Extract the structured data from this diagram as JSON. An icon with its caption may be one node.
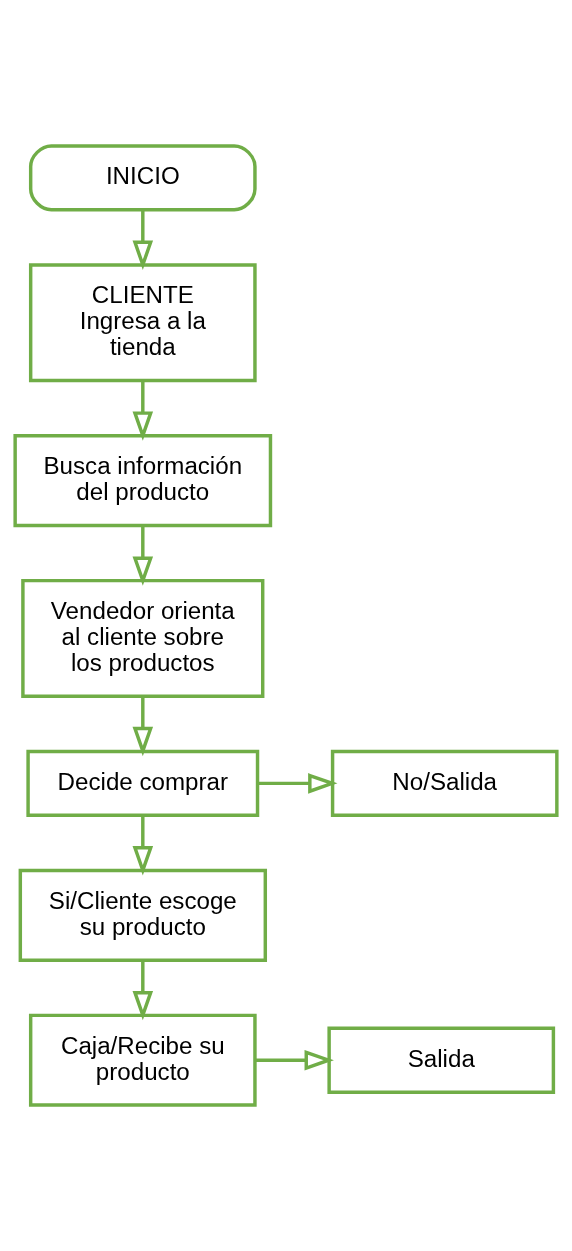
{
  "diagram": {
    "nodes": [
      {
        "text": [
          "INICIO"
        ]
      },
      {
        "text": [
          "CLIENTE",
          "Ingresa a la tienda"
        ]
      },
      {
        "text": [
          "Busca información del producto"
        ]
      },
      {
        "text": [
          "Vendedor orienta al cliente sobre los productos"
        ]
      },
      {
        "text": [
          "Decide comprar"
        ]
      },
      {
        "text": [
          "No/Salida"
        ]
      },
      {
        "text": [
          "Si/Cliente escoge su producto"
        ]
      },
      {
        "text": [
          "Caja/Recibe su producto"
        ]
      },
      {
        "text": [
          "Salida"
        ]
      }
    ],
    "edges": [
      {
        "from": 0,
        "to": 1,
        "arrow": "to"
      },
      {
        "from": 1,
        "to": 2,
        "arrow": "to"
      },
      {
        "from": 2,
        "to": 3,
        "arrow": "to"
      },
      {
        "from": 3,
        "to": 4,
        "arrow": "to"
      },
      {
        "from": 4,
        "to": 5,
        "arrow": "to"
      },
      {
        "from": 4,
        "to": 6,
        "arrow": "to"
      },
      {
        "from": 6,
        "to": 7,
        "arrow": "to"
      },
      {
        "from": 7,
        "to": 8,
        "arrow": "to"
      }
    ]
  }
}
